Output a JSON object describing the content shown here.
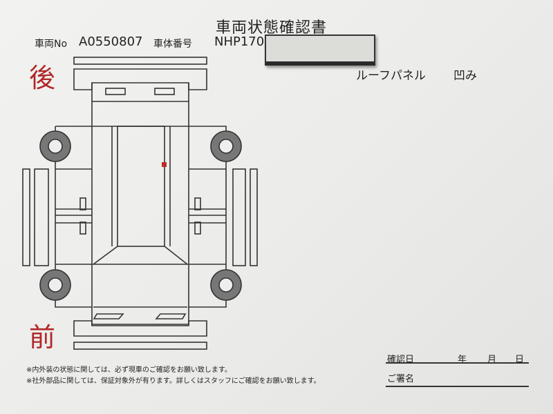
{
  "document": {
    "title": "車両状態確認書",
    "vehicle_no_label": "車両No",
    "vehicle_no": "A0550807",
    "chassis_no_label": "車体番号",
    "chassis_no": "NHP170-",
    "rear_label": "後",
    "front_label": "前",
    "damage": {
      "part": "ルーフパネル",
      "condition": "凹み"
    },
    "notes": [
      "※内外装の状態に関しては、必ず現車のご確認をお願い致します。",
      "※社外部品に関しては、保証対象外が有ります。詳しくはスタッフにご確認をお願い致します。"
    ],
    "confirm_date_label": "確認日",
    "year_label": "年",
    "month_label": "月",
    "day_label": "日",
    "signature_label": "ご署名",
    "damage_mark_color": "#c0282a"
  }
}
